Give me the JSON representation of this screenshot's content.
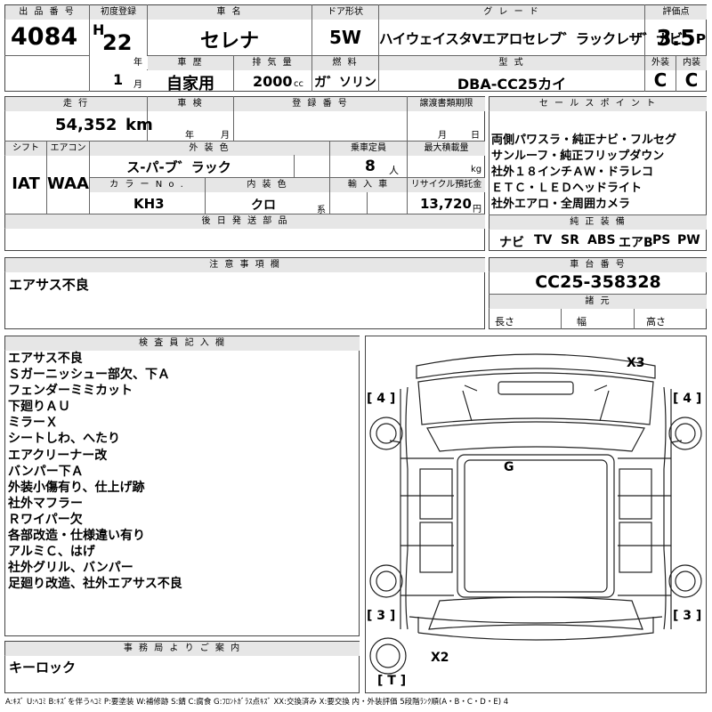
{
  "headers": {
    "lot_number": "出 品 番 号",
    "first_registration": "初度登録",
    "car_name": "車 名",
    "door_type": "ドア形状",
    "grade": "グ レ ー ド",
    "score": "評価点",
    "exterior": "外装",
    "interior": "内装",
    "history": "車 歴",
    "displacement": "排 気 量",
    "fuel": "燃 料",
    "model_code": "型 式",
    "mileage": "走 行",
    "inspection": "車 検",
    "registration_no": "登 録 番 号",
    "transfer_deadline": "譲渡書類期限",
    "sales_points": "セ ー ル ス ポ イ ン ト",
    "shift": "シフト",
    "aircon": "エアコン",
    "ext_color": "外 装 色",
    "capacity": "乗車定員",
    "max_load": "最大積載量",
    "color_no": "カ ラ ー N o .",
    "int_color": "内 装 色",
    "import": "輸 入 車",
    "recycle": "リサイクル預託金",
    "later_parts": "後 日 発 送 部 品",
    "genuine_equipment": "純 正 装 備",
    "notes": "注 意 事 項 欄",
    "chassis_no": "車 台 番 号",
    "specs": "諸 元",
    "inspector_notes": "検 査 員 記 入 欄",
    "office_info": "事 務 局 よ り ご 案 内"
  },
  "lot_number": "4084",
  "era": "H",
  "reg_year": "22",
  "year_unit": "年",
  "reg_month": "1",
  "month_unit": "月",
  "car_name": "セレナ",
  "door_type": "5W",
  "grade": "ハイウェイスタVエアロセレブ゛ラックレザ゛ナビ゛P",
  "score": "3.5",
  "exterior_grade": "C",
  "interior_grade": "C",
  "history": "自家用",
  "displacement": "2000",
  "displacement_unit": "cc",
  "fuel": "ガ゛ソリン",
  "model_code": "DBA-CC25カイ",
  "mileage": "54,352",
  "mileage_unit": "km",
  "inspection_year_unit": "年",
  "inspection_month_unit": "月",
  "transfer_month_unit": "月",
  "transfer_day_unit": "日",
  "sales_points": [
    "両側パワスラ・純正ナビ・フルセグ",
    "サンルーフ・純正フリップダウン",
    "社外１８インチＡＷ・ドラレコ",
    "ＥＴＣ・ＬＥＤヘッドライト",
    "社外エアロ・全周囲カメラ"
  ],
  "shift": "IAT",
  "aircon": "WAA",
  "ext_color": "ス-パ-ブ゛ラック",
  "capacity": "8",
  "capacity_unit": "人",
  "load_unit": "kg",
  "color_no": "KH3",
  "int_color": "クロ",
  "int_color_unit": "系",
  "recycle": "13,720",
  "recycle_unit": "円",
  "equipment": [
    "ナビ",
    "TV",
    "SR",
    "ABS",
    "エアB",
    "PS",
    "PW"
  ],
  "notes": "エアサス不良",
  "chassis_no": "CC25-358328",
  "specs": {
    "length": "長さ",
    "width": "幅",
    "height": "高さ"
  },
  "inspector_lines": [
    "エアサス不良",
    "Ｓガーニッシュー部欠、下Ａ",
    "フェンダーミミカット",
    "下廻りＡＵ",
    "ミラーＸ",
    "シートしわ、へたり",
    "エアクリーナー改",
    "バンパー下Ａ",
    "外装小傷有り、仕上げ跡",
    "社外マフラー",
    "Ｒワイパー欠",
    "各部改造・仕様違い有り",
    "アルミＣ、はげ",
    "社外グリル、バンパー",
    "足廻り改造、社外エアサス不良"
  ],
  "office_info": "キーロック",
  "diagram": {
    "marks": {
      "x3": "X3",
      "x2": "X2",
      "g": "G"
    },
    "tires": {
      "fl": "[ 4 ]",
      "fr": "[ 4 ]",
      "rl": "[ 3 ]",
      "rr": "[ 3 ]",
      "spare": "[ T ]"
    }
  },
  "legend": "A:ｷｽﾞ U:ﾍｺﾐ B:ｷｽﾞを伴うﾍｺﾐ P:要塗装 W:補修跡 S:錆 C:腐食 G:ﾌﾛﾝﾄｶﾞﾗｽ点ｷｽﾞ XX:交換済み X:要交換  内・外装評価 5段階ﾗﾝｸ順(A・B・C・D・E) 4"
}
